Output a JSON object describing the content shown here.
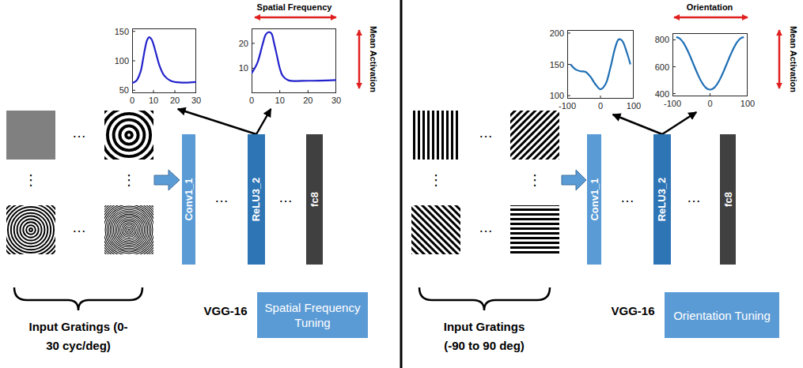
{
  "diagram": {
    "nodes": [
      {
        "text": [
          "150",
          "100",
          "50",
          "0",
          "10",
          "20",
          "30"
        ]
      },
      {
        "text": [
          "20",
          "10",
          "0",
          "10",
          "20",
          "30"
        ]
      },
      {
        "text": [
          "Conv1_1"
        ]
      },
      {
        "text": [
          "ReLU3_2"
        ]
      },
      {
        "text": [
          "fc8"
        ]
      },
      {
        "text": [
          "Spatial Frequency Tuning"
        ]
      },
      {
        "text": [
          "200",
          "150",
          "100",
          "-100",
          "0",
          "100"
        ]
      },
      {
        "text": [
          "800",
          "600",
          "400",
          "-100",
          "0",
          "100"
        ]
      },
      {
        "text": [
          "Conv1_1"
        ]
      },
      {
        "text": [
          "ReLU3_2"
        ]
      },
      {
        "text": [
          "fc8"
        ]
      },
      {
        "text": [
          "Orientation Tuning"
        ]
      }
    ],
    "edges": [
      {
        "from": 3,
        "to": 0,
        "arrow": "to"
      },
      {
        "from": 3,
        "to": 1,
        "arrow": "to"
      },
      {
        "from": 9,
        "to": 6,
        "arrow": "to"
      },
      {
        "from": 9,
        "to": 7,
        "arrow": "to"
      }
    ],
    "labels": [
      "Spatial Frequency",
      "Mean Activation",
      "…",
      "⋮",
      "⋮",
      "…",
      "…",
      "…",
      "VGG-16",
      "Input Gratings (0-30 cyc/deg)",
      "Orientation",
      "Mean Activation",
      "…",
      "⋮",
      "⋮",
      "…",
      "…",
      "…",
      "VGG-16",
      "Input Gratings (-90 to 90 deg)"
    ]
  }
}
